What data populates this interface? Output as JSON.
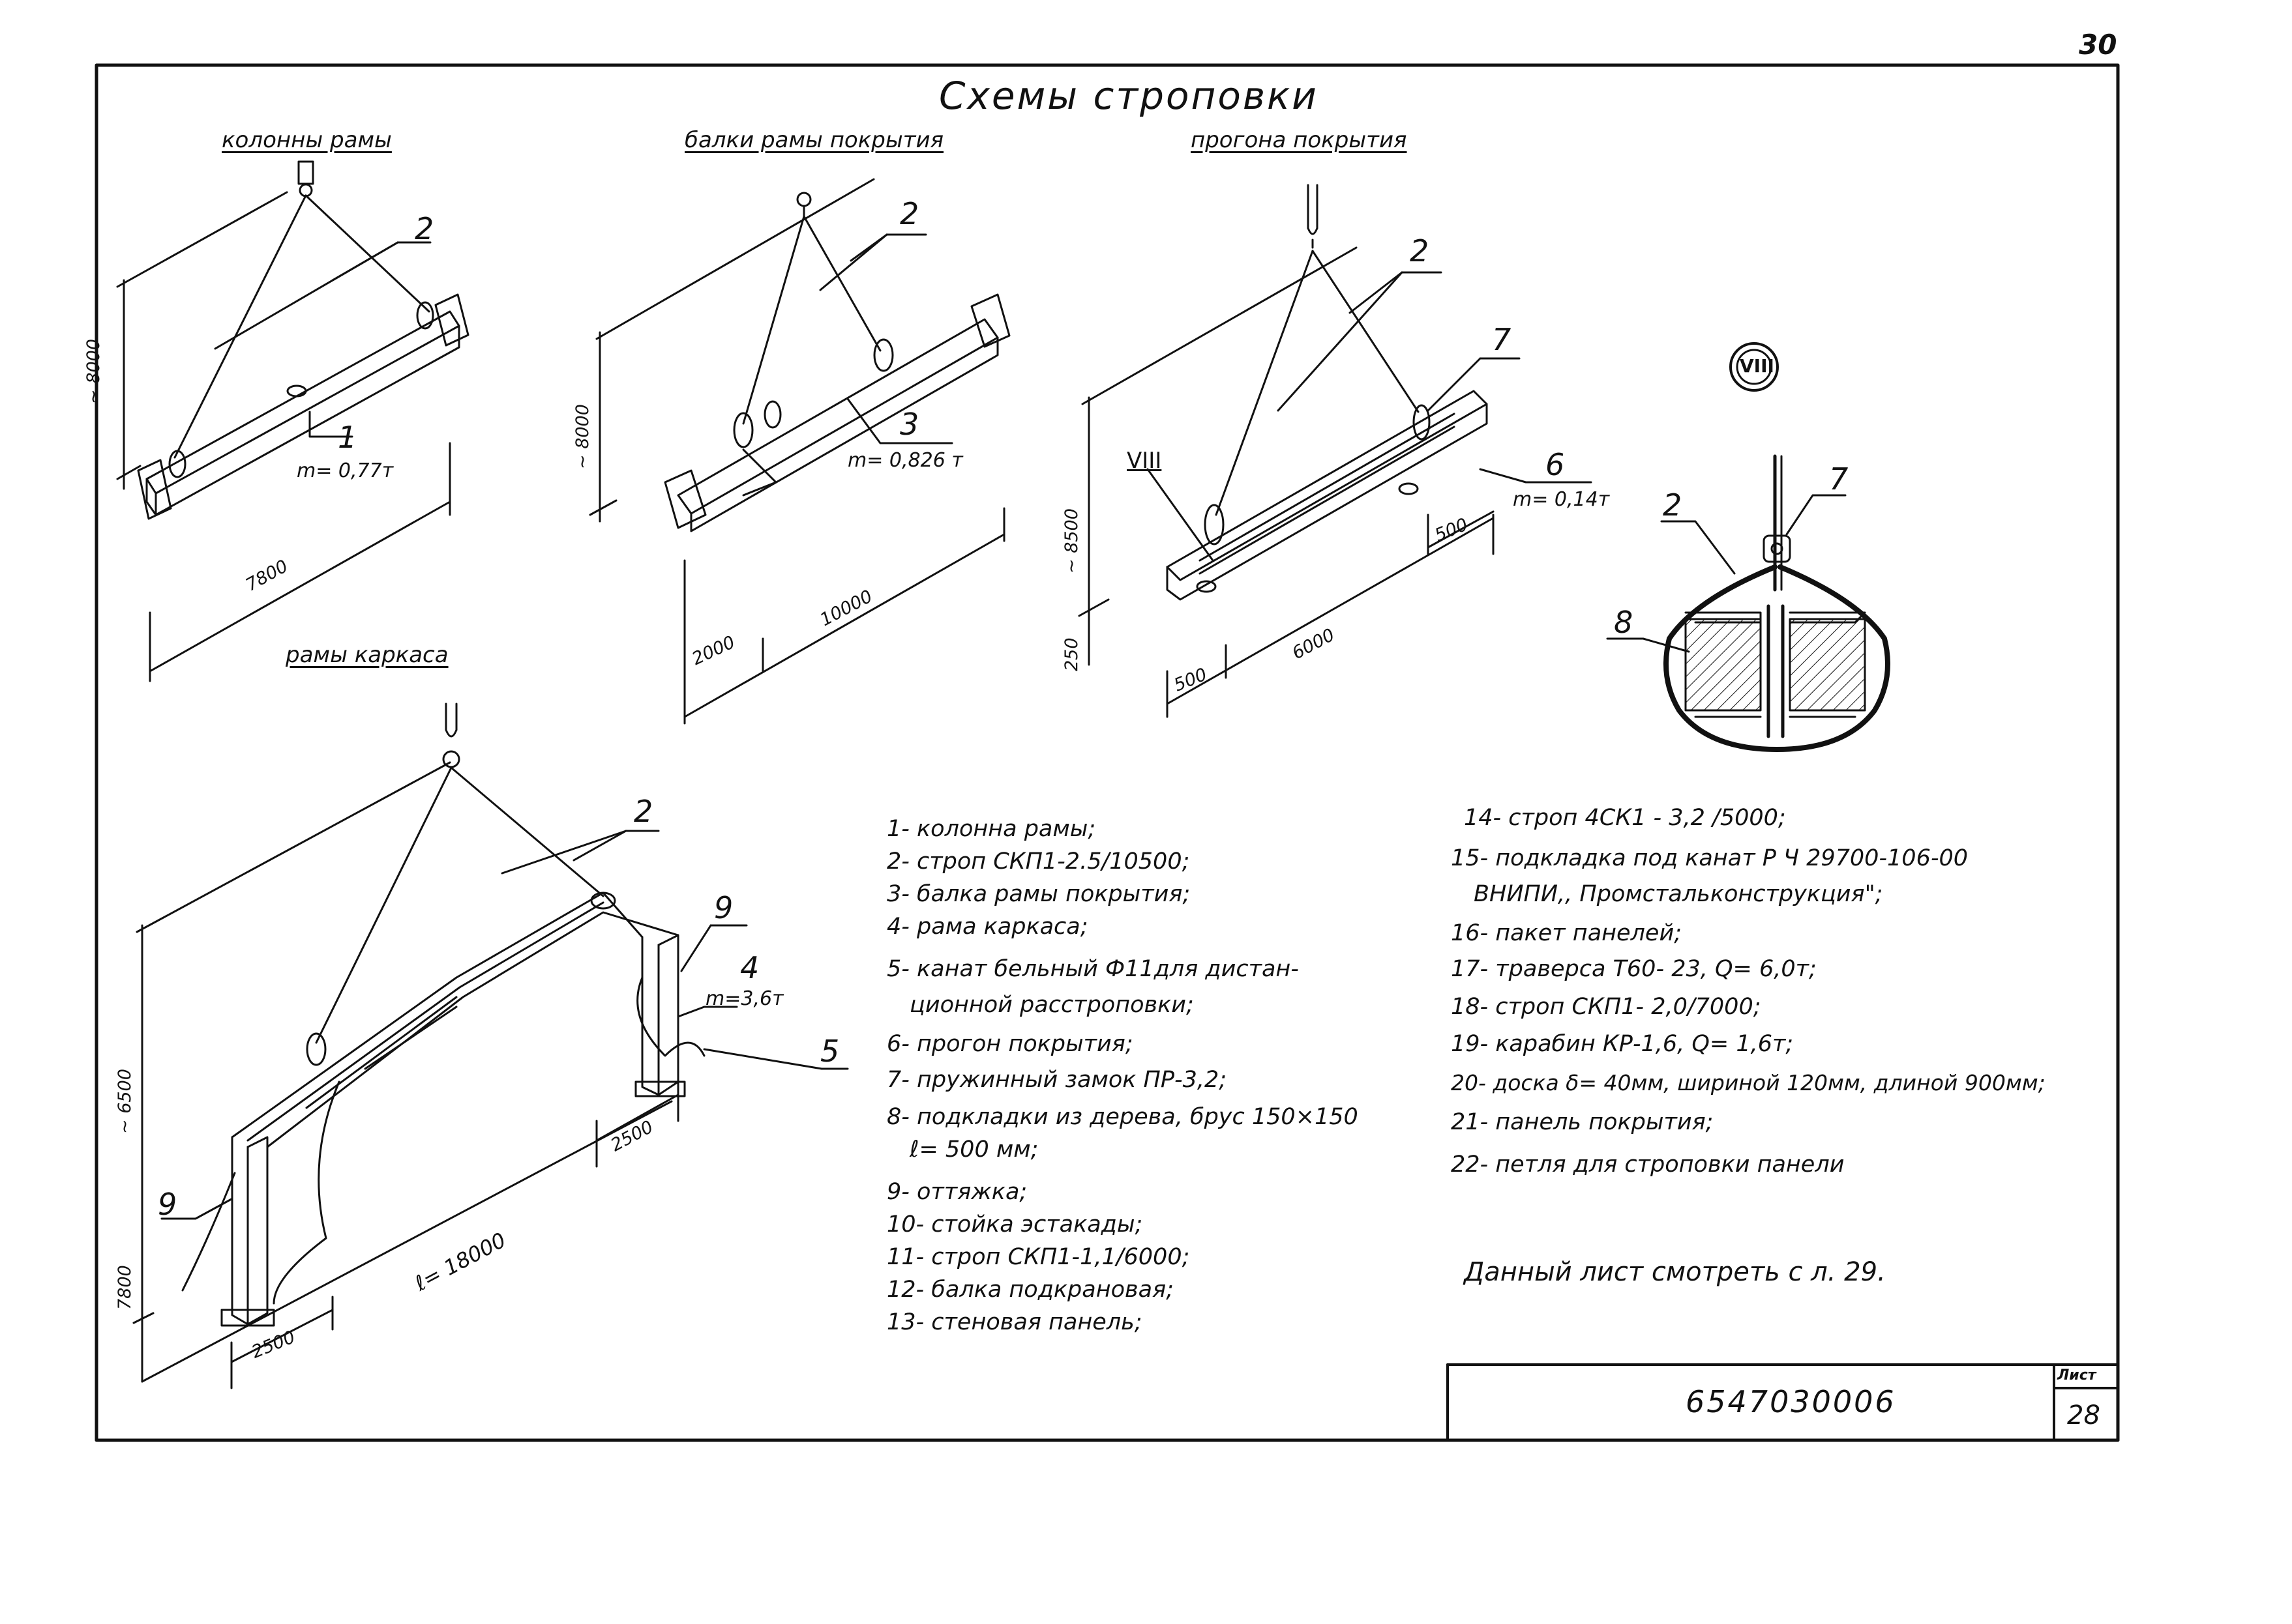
{
  "sheet": {
    "sheet_number": "30",
    "title": "Схемы строповки",
    "doc_code": "6547030006",
    "list_label": "Лист",
    "list_number": "28"
  },
  "schemes": {
    "column": {
      "title": "колонны рамы",
      "callouts": [
        "2",
        "1"
      ],
      "mass": "m= 0,77т",
      "dims": [
        "~ 8000",
        "7800"
      ]
    },
    "beam": {
      "title": "балки рамы покрытия",
      "callouts": [
        "2",
        "3"
      ],
      "mass": "m= 0,826 т",
      "dims": [
        "~ 8000",
        "2000",
        "10000"
      ]
    },
    "purlin": {
      "title": "прогона покрытия",
      "callouts": [
        "2",
        "7",
        "VIII",
        "6"
      ],
      "mass": "m= 0,14т",
      "dims": [
        "~ 8500",
        "250",
        "500",
        "500",
        "6000"
      ]
    },
    "detail": {
      "marker": "VIII",
      "callouts": [
        "2",
        "7",
        "8"
      ]
    },
    "frame": {
      "title": "рамы каркаса",
      "callouts": [
        "2",
        "9",
        "4",
        "5",
        "9"
      ],
      "mass": "m=3,6т",
      "dims": [
        "~ 6500",
        "7800",
        "2500",
        "2500",
        "ℓ= 18000"
      ]
    }
  },
  "legend_left": [
    "1- колонна рамы;",
    "2- строп СКП1-2.5/10500;",
    "3- балка рамы покрытия;",
    "4- рама каркаса;",
    "5- канат бельный Ф11для дистан-",
    "ционной расстроповки;",
    "6- прогон покрытия;",
    "7- пружинный замок ПР-3,2;",
    "8- подкладки из дерева, брус 150×150",
    "ℓ= 500 мм;",
    "9- оттяжка;",
    "10- стойка эстакады;",
    "11- строп СКП1-1,1/6000;",
    "12- балка подкрановая;",
    "13- стеновая панель;"
  ],
  "legend_right": [
    "14- строп 4СК1 - 3,2 /5000;",
    "15- подкладка под канат Р Ч 29700-106-00",
    "ВНИПИ,, Промстальконструкция\";",
    "16- пакет панелей;",
    "17- траверса Т60- 23, Q= 6,0т;",
    "18- строп СКП1- 2,0/7000;",
    "19- карабин КР-1,6, Q= 1,6т;",
    "20- доска δ= 40мм, шириной 120мм, длиной 900мм;",
    "21- панель покрытия;",
    "22- петля для строповки панели"
  ],
  "note": "Данный лист смотреть с л. 29."
}
